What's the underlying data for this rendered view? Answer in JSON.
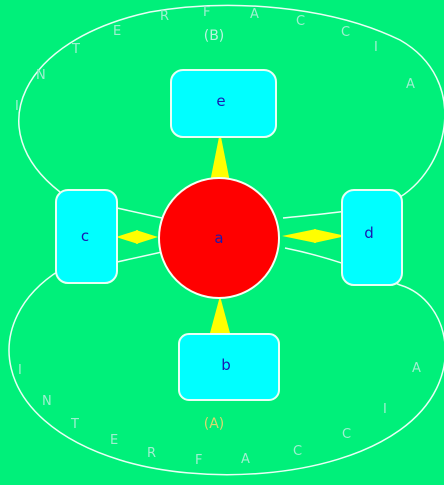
{
  "colors": {
    "background": "#00f07a",
    "ring_stroke": "#e8fff4",
    "ring_text": "#9ff0d0",
    "ring_tag_top": "#b9f5df",
    "ring_tag_bottom": "#d8d870",
    "node_fill": "#00ffff",
    "node_stroke": "#e8fff4",
    "node_text": "#1a1ab0",
    "center_fill": "#ff0000",
    "center_stroke": "#f4fff4",
    "arrow_fill": "#ffff00"
  },
  "center": {
    "label": "a"
  },
  "nodes": {
    "top": {
      "label": "e"
    },
    "bottom": {
      "label": "b"
    },
    "left": {
      "label": "c"
    },
    "right": {
      "label": "d"
    }
  },
  "rings": {
    "top": {
      "tag": "(B)",
      "letters": [
        "I",
        "N",
        "T",
        "E",
        "R",
        "F",
        "A",
        "C",
        "C",
        "I",
        "A"
      ]
    },
    "bottom": {
      "tag": "(A)",
      "letters": [
        "I",
        "N",
        "T",
        "E",
        "R",
        "F",
        "A",
        "C",
        "C",
        "I",
        "A"
      ]
    }
  }
}
